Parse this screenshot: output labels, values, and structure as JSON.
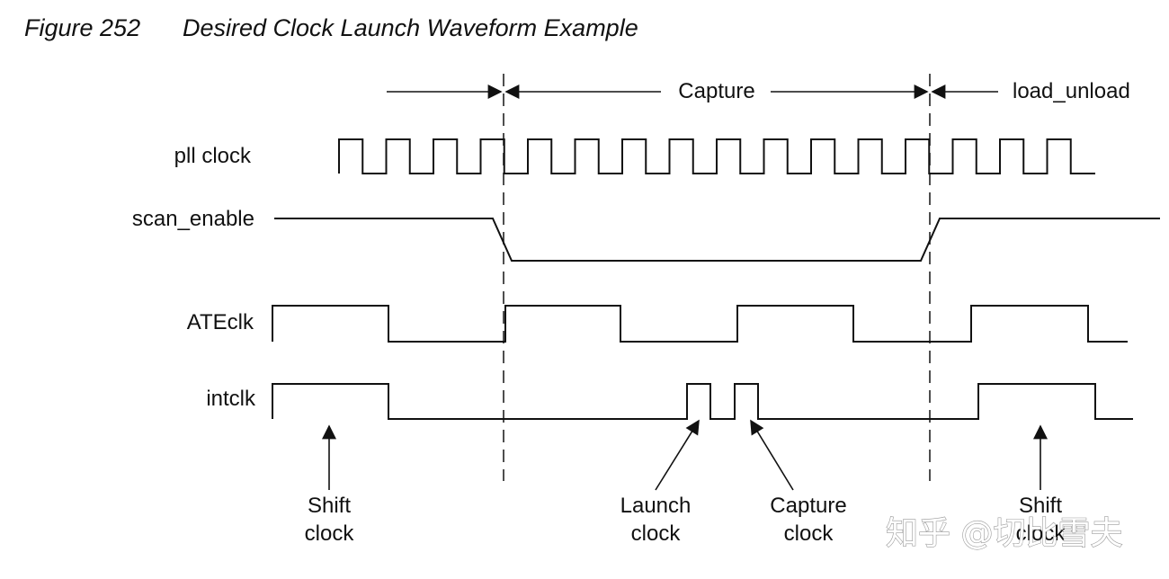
{
  "figure": {
    "number": "Figure 252",
    "title": "Desired Clock Launch Waveform Example"
  },
  "phases": {
    "capture": "Capture",
    "load_unload": "load_unload"
  },
  "signals": {
    "pll_clock": "pll clock",
    "scan_enable": "scan_enable",
    "ateclk": "ATEclk",
    "intclk": "intclk"
  },
  "annotations": {
    "shift_left": [
      "Shift",
      "clock"
    ],
    "launch": [
      "Launch",
      "clock"
    ],
    "capture": [
      "Capture",
      "clock"
    ],
    "shift_right": [
      "Shift",
      "clock"
    ]
  },
  "watermark": "知乎 @切比雪夫",
  "waveforms": {
    "pll_clock": {
      "cycles": 16
    },
    "scan_enable": {
      "sequence": [
        "high",
        "low",
        "high"
      ]
    },
    "ateclk": {
      "sequence": [
        1,
        0,
        1,
        0,
        1,
        0,
        1,
        0
      ]
    },
    "intclk": {
      "sequence": [
        1,
        0,
        1,
        0,
        1,
        0,
        1,
        0
      ]
    }
  }
}
